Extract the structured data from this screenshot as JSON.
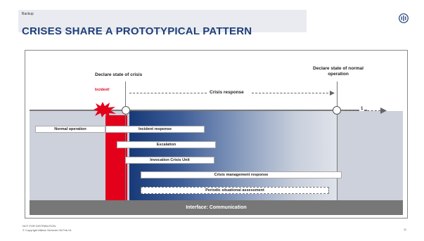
{
  "header": {
    "section_label": "Backup",
    "title": "CRISES SHARE A PROTOTYPICAL PATTERN"
  },
  "diagram": {
    "declare_crisis": "Declare state of crisis",
    "declare_normal": "Declare state of normal operation",
    "incident": "Incident!",
    "crisis_response": "Crisis response",
    "timeline_tail": "1",
    "phases": [
      "Normal operation",
      "Incident response",
      "Escalation",
      "Invocation Crisis Unit",
      "Crisis management response",
      "Periodic situational assessment"
    ],
    "communication": "Interface: Communication"
  },
  "footer": {
    "classification": "NOT FOR DISTRIBUTION",
    "copyright": "© Copyright Allianz Services 06-Feb-01",
    "page": "11"
  },
  "colors": {
    "title": "#1f3f7a",
    "crisis_red": "#e3001b",
    "gradient_start": "#173a78",
    "communication_bar": "#777777"
  }
}
